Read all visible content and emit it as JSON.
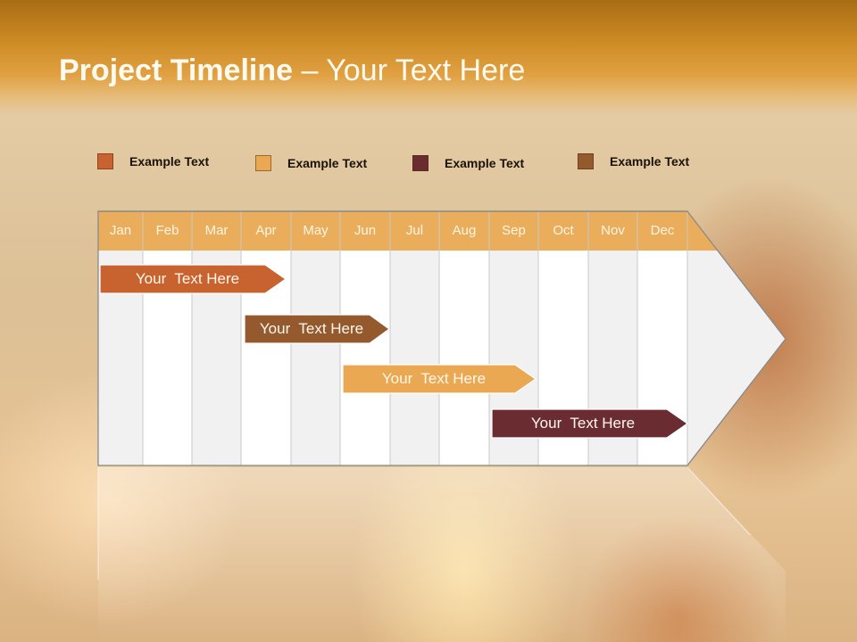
{
  "title": {
    "bold": "Project Timeline",
    "rest": " – Your Text Here"
  },
  "legend": [
    {
      "label": "Example Text",
      "color": "#c8622e"
    },
    {
      "label": "Example Text",
      "color": "#e9a851"
    },
    {
      "label": "Example Text",
      "color": "#6b2c31"
    },
    {
      "label": "Example Text",
      "color": "#94592d"
    }
  ],
  "months": [
    "Jan",
    "Feb",
    "Mar",
    "Apr",
    "May",
    "Jun",
    "Jul",
    "Aug",
    "Sep",
    "Oct",
    "Nov",
    "Dec"
  ],
  "bars": [
    {
      "label": "Your  Text Here",
      "color": "#c8622e"
    },
    {
      "label": "Your  Text Here",
      "color": "#94592d"
    },
    {
      "label": "Your  Text Here",
      "color": "#e9a851"
    },
    {
      "label": "Your  Text Here",
      "color": "#6b2c31"
    }
  ],
  "colors": {
    "header": "#e9ad5b",
    "band_light": "#ffffff",
    "band_dark": "#f1f1f1",
    "grid": "#c9c9c9"
  }
}
